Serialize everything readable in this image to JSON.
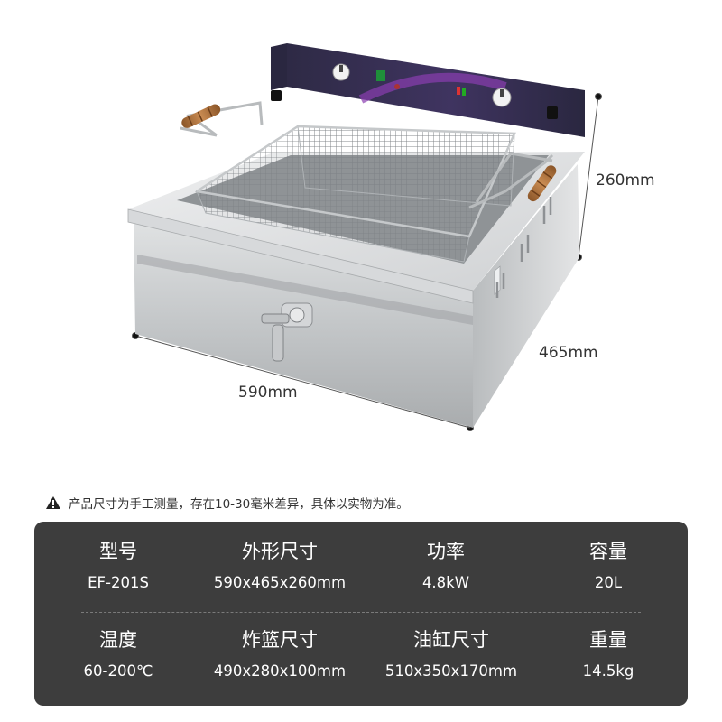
{
  "dimensions": {
    "height": "260mm",
    "depth": "465mm",
    "width": "590mm"
  },
  "notice": {
    "icon": "warning-icon",
    "text": "产品尺寸为手工测量，存在10-30毫米差异，具体以实物为准。"
  },
  "specs": [
    {
      "label": "型号",
      "value": "EF-201S"
    },
    {
      "label": "外形尺寸",
      "value": "590x465x260mm"
    },
    {
      "label": "功率",
      "value": "4.8kW"
    },
    {
      "label": "容量",
      "value": "20L"
    },
    {
      "label": "温度",
      "value": "60-200℃"
    },
    {
      "label": "炸篮尺寸",
      "value": "490x280x100mm"
    },
    {
      "label": "油缸尺寸",
      "value": "510x350x170mm"
    },
    {
      "label": "重量",
      "value": "14.5kg"
    }
  ],
  "colors": {
    "table_background": "#3d3d3d",
    "control_panel": "#3b3354",
    "steel": "#c9cbcd",
    "wood_handle": "#b47a44"
  }
}
